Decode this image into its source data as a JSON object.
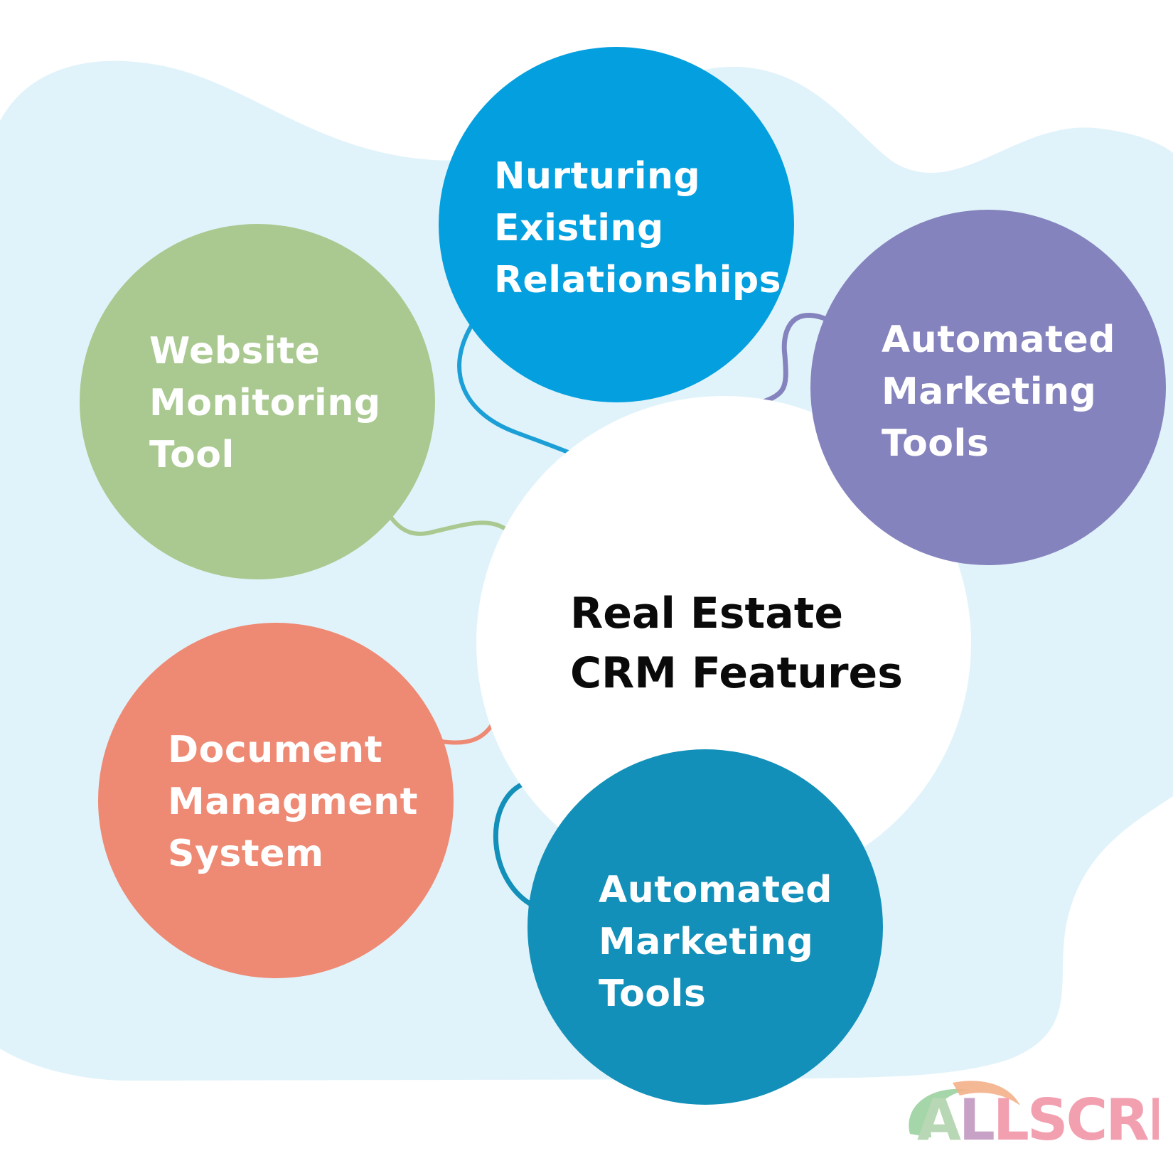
{
  "diagram": {
    "center": {
      "lines": [
        "Real Estate",
        "CRM Features"
      ],
      "color": "#ffffff",
      "text_color": "#0a0a0a"
    },
    "features": [
      {
        "id": "nurturing-existing-relationships",
        "lines": [
          "Nurturing",
          "Existing",
          "Relationships"
        ],
        "color": "#049fdf"
      },
      {
        "id": "automated-marketing-tools-purple",
        "lines": [
          "Automated",
          "Marketing",
          "Tools"
        ],
        "color": "#8583bd"
      },
      {
        "id": "website-monitoring-tool",
        "lines": [
          "Website",
          "Monitoring",
          "Tool"
        ],
        "color": "#a9c990"
      },
      {
        "id": "document-managment-system",
        "lines": [
          "Document",
          "Managment",
          "System"
        ],
        "color": "#ee8973"
      },
      {
        "id": "automated-marketing-tools-teal",
        "lines": [
          "Automated",
          "Marketing",
          "Tools"
        ],
        "color": "#1290b9"
      }
    ],
    "background_color": "#e1f3fa"
  },
  "logo": {
    "text": "ALLSCRIBE",
    "colors": [
      "#9bd1a0",
      "#c9a4c8",
      "#f4a3b2"
    ]
  }
}
